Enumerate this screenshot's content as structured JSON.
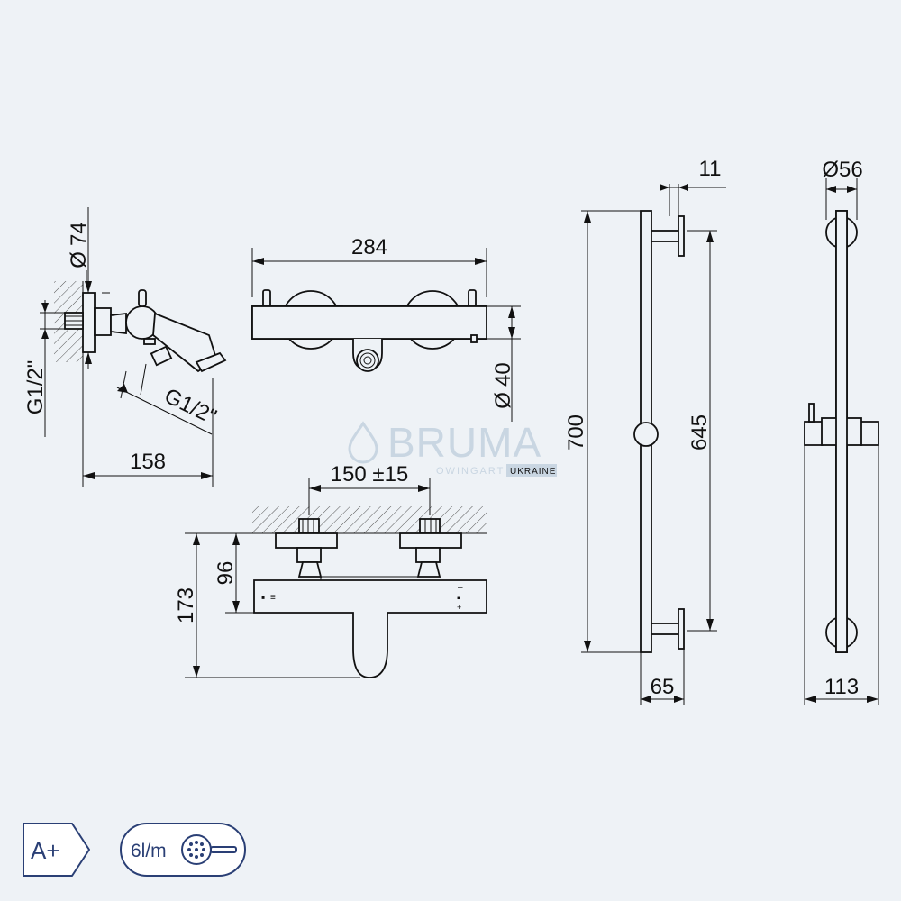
{
  "dimensions": {
    "d_74": "74",
    "d_74_symbol": "Ø",
    "g_half_left": "G1/2\"",
    "g_half_diag": "G1/2\"",
    "w_158": "158",
    "w_284": "284",
    "d_40": "40",
    "d_40_symbol": "Ø",
    "w_150": "150 ±15",
    "h_96": "96",
    "h_173": "173",
    "h_700": "700",
    "h_645": "645",
    "w_11": "11",
    "w_65": "65",
    "d_56": "Ø56",
    "w_113": "113"
  },
  "watermark": {
    "brand": "BRUMA",
    "sub": "OWINGART",
    "country": "UKRAINE"
  },
  "badges": {
    "energy_class": "A+",
    "flow_rate": "6l/m"
  },
  "colors": {
    "background": "#eef2f6",
    "line": "#111111",
    "badge": "#2a3f75",
    "watermark": "#c9d6e2"
  },
  "icons": [
    "shower-head-icon"
  ]
}
